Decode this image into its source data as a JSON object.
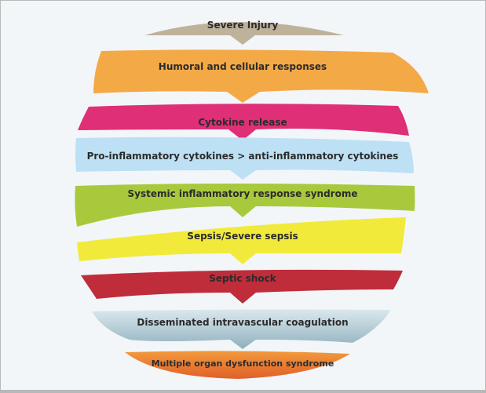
{
  "diagram": {
    "type": "flow-cascade",
    "steps": [
      {
        "label": "Severe Injury",
        "color": "#bfb29b"
      },
      {
        "label": "Humoral and cellular responses",
        "color": "#f4a947"
      },
      {
        "label": "Cytokine release",
        "color": "#df2f77"
      },
      {
        "label": "Pro-inflammatory cytokines > anti-inflammatory cytokines",
        "color": "#bde0f4"
      },
      {
        "label": "Systemic inflammatory response syndrome",
        "color": "#a9c93d"
      },
      {
        "label": "Sepsis/Severe sepsis",
        "color": "#f2ea3a"
      },
      {
        "label": "Septic shock",
        "color": "#bf2d3a"
      },
      {
        "label": "Disseminated intravascular coagulation",
        "color": "#a7c1cb"
      },
      {
        "label": "Multiple organ dysfunction syndrome",
        "color": "#ee7a2f"
      }
    ],
    "background": "#f2f6f9",
    "border": "#b8b8b8"
  }
}
